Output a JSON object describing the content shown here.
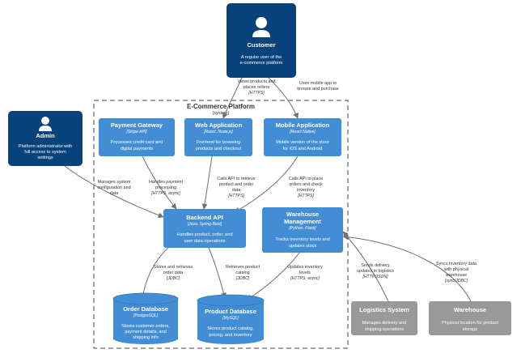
{
  "colors": {
    "person": "#08427b",
    "container": "#438dd5",
    "external": "#999999",
    "edge": "#707070",
    "boundary": "#444444"
  },
  "boundary": {
    "title": "E-Commerce Platform",
    "type": "[system]"
  },
  "customer": {
    "title": "Customer",
    "desc": [
      "A regular user of the",
      "e-commerce platform"
    ]
  },
  "admin": {
    "title": "Admin",
    "desc": [
      "Platform administrator with",
      "full access to system",
      "settings"
    ]
  },
  "payment_gateway": {
    "title": "Payment Gateway",
    "tech": "[Stripe API]",
    "desc": [
      "Processes credit card and",
      "digital payments"
    ]
  },
  "web_application": {
    "title": "Web Application",
    "tech": "[React, Node.js]",
    "desc": [
      "Frontend for browsing",
      "products and checkout"
    ]
  },
  "mobile_application": {
    "title": "Mobile Application",
    "tech": "[React Native]",
    "desc": [
      "Mobile version of the store",
      "for iOS and Android"
    ]
  },
  "backend_api": {
    "title": "Backend API",
    "tech": "[Java, Spring Boot]",
    "desc": [
      "Handles product, order, and",
      "user data operations"
    ]
  },
  "warehouse_management": {
    "title": [
      "Warehouse",
      "Management"
    ],
    "tech": "[Python, Flask]",
    "desc": [
      "Tracks inventory levels and",
      "updates stock"
    ]
  },
  "order_database": {
    "title": "Order Database",
    "tech": "[PostgreSQL]",
    "desc": [
      "Stores customer orders,",
      "payment details, and",
      "shipping info"
    ]
  },
  "product_database": {
    "title": "Product Database",
    "tech": "[MySQL]",
    "desc": [
      "Stores product catalog,",
      "pricing, and inventory"
    ]
  },
  "logistics_system": {
    "title": "Logistics System",
    "desc": [
      "Manages delivery and",
      "shipping operations"
    ]
  },
  "warehouse": {
    "title": "Warehouse",
    "desc": [
      "Physical location for product",
      "storage"
    ]
  },
  "edges": {
    "customer_web": {
      "label": [
        "Views products and",
        "places orders"
      ],
      "tech": "[HTTPS]"
    },
    "customer_mobile": {
      "label": [
        "Uses mobile app to",
        "browse and purchase"
      ],
      "tech": ""
    },
    "admin_api": {
      "label": [
        "Manages system",
        "configuration and",
        "data"
      ],
      "tech": ""
    },
    "payment_api": {
      "label": [
        "Handles payment",
        "processing"
      ],
      "tech": "[HTTPS, async]"
    },
    "web_api": {
      "label": [
        "Calls API to retrieve",
        "product and order",
        "data"
      ],
      "tech": "[HTTPS]"
    },
    "mobile_api": {
      "label": [
        "Calls API to place",
        "orders and check",
        "inventory"
      ],
      "tech": "[HTTPS]"
    },
    "api_orderdb": {
      "label": [
        "Stores and retrieves",
        "order data"
      ],
      "tech": "[JDBC]"
    },
    "api_productdb": {
      "label": [
        "Retrieves product",
        "catalog"
      ],
      "tech": "[JDBC]"
    },
    "wms_productdb": {
      "label": [
        "Updates inventory",
        "levels"
      ],
      "tech": "[HTTPS, async]"
    },
    "logistics_wms": {
      "label": [
        "Sends delivery",
        "updates to logistics"
      ],
      "tech": "[HTTP/JSON]"
    },
    "warehouse_wms": {
      "label": [
        "Syncs inventory data",
        "with physical",
        "warehouse"
      ],
      "tech": "[sync/JDBC]"
    }
  }
}
